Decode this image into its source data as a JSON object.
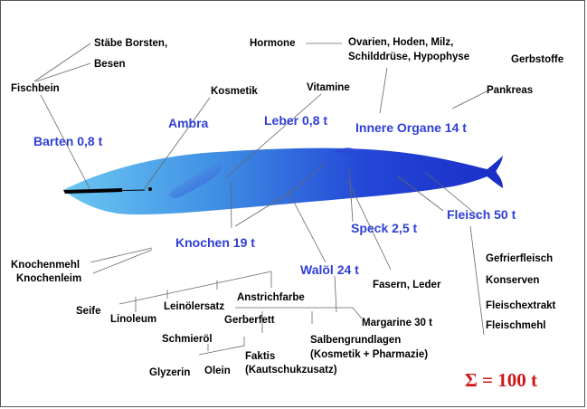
{
  "parts": {
    "barten": "Barten 0,8 t",
    "ambra": "Ambra",
    "leber": "Leber 0,8 t",
    "innere_organe": "Innere Organe 14 t",
    "knochen": "Knochen 19 t",
    "speck": "Speck 2,5 t",
    "fleisch": "Fleisch 50 t",
    "waloel": "Walöl 24 t"
  },
  "products": {
    "staebe_borsten": "Stäbe Borsten,",
    "besen": "Besen",
    "fischbein": "Fischbein",
    "kosmetik": "Kosmetik",
    "vitamine": "Vitamine",
    "hormone": "Hormone",
    "ovarien_line1": "Ovarien, Hoden, Milz,",
    "ovarien_line2": "Schilddrüse, Hypophyse",
    "gerbstoffe": "Gerbstoffe",
    "pankreas": "Pankreas",
    "knochenmehl": "Knochenmehl",
    "knochenleim": "Knochenleim",
    "fasern_leder": "Fasern, Leder",
    "gefrierfleisch": "Gefrierfleisch",
    "konserven": "Konserven",
    "fleischextrakt": "Fleischextrakt",
    "fleischmehl": "Fleischmehl",
    "seife": "Seife",
    "linoleum": "Linoleum",
    "leinoelersatz": "Leinölersatz",
    "anstrichfarbe": "Anstrichfarbe",
    "gerberfett": "Gerberfett",
    "schmieroel": "Schmieröl",
    "faktis_line1": "Faktis",
    "faktis_line2": "(Kautschukzusatz)",
    "margarine": "Margarine 30 t",
    "salben_line1": "Salbengrundlagen",
    "salben_line2": "(Kosmetik + Pharmazie)",
    "glyzerin": "Glyzerin",
    "olein": "Olein"
  },
  "total": "Σ = 100 t",
  "colors": {
    "part_label": "#2f3fd6",
    "total": "#d11616",
    "whale_light": "#63c2f0",
    "whale_dark": "#1a2fc8"
  }
}
